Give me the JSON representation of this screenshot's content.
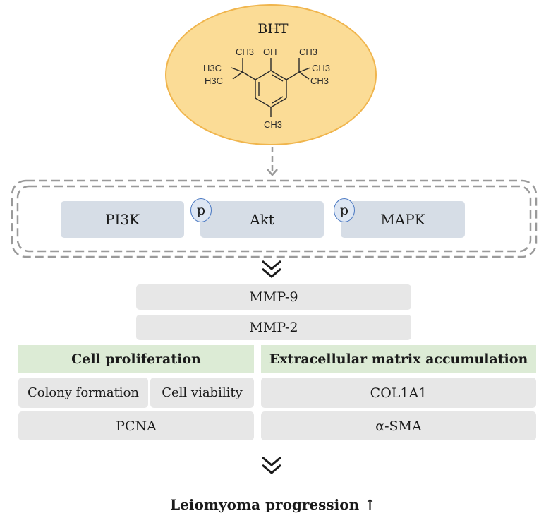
{
  "bht": {
    "title": "BHT",
    "structure": {
      "oh": "OH",
      "ch3_top_left": "CH3",
      "h3c_left": "H3C",
      "h3c_left_lower": "H3C",
      "ch3_top_right": "CH3",
      "ch3_right": "CH3",
      "ch3_right_lower": "CH3",
      "ch3_bottom": "CH3"
    }
  },
  "pathway": {
    "pi3k": "PI3K",
    "akt": "Akt",
    "mapk": "MAPK",
    "phospho_label": "p"
  },
  "mmp": {
    "mmp9": "MMP-9",
    "mmp2": "MMP-2"
  },
  "left_panel": {
    "header": "Cell proliferation",
    "colony": "Colony formation",
    "viability": "Cell viability",
    "pcna": "PCNA"
  },
  "right_panel": {
    "header": "Extracellular matrix accumulation",
    "col1a1": "COL1A1",
    "sma": "α-SMA"
  },
  "outcome": {
    "label": "Leiomyoma progression ↑"
  },
  "colors": {
    "ellipse_fill": "#fbdc96",
    "ellipse_border": "#f0b54d",
    "pathway_box": "#d6dde6",
    "grey_box": "#e7e7e7",
    "green_header": "#dcebd5",
    "dashed_border": "#9a9a9a",
    "phospho_circle": "#4a78c2"
  }
}
